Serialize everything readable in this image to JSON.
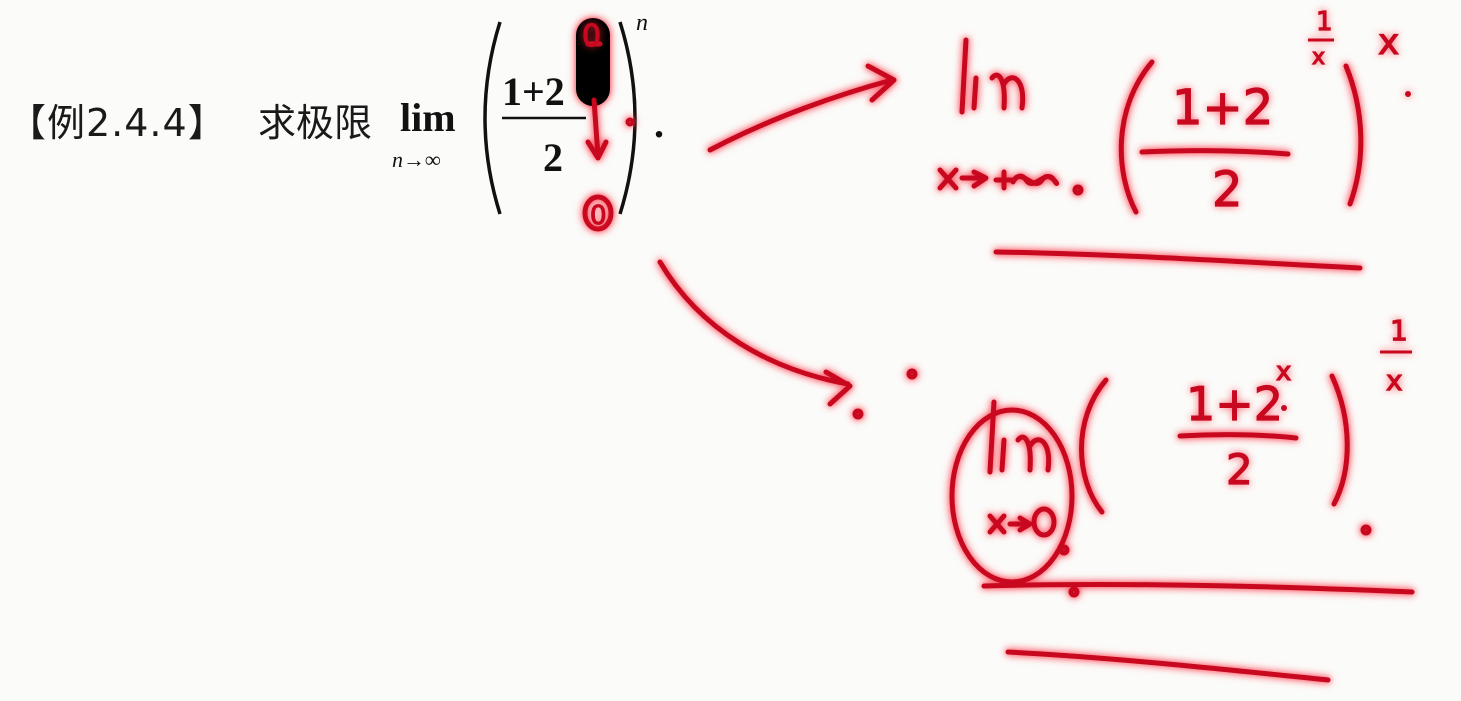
{
  "problem": {
    "label": "【例2.4.4】",
    "prompt": "求极限",
    "lim": "lim",
    "lim_sub": "n→∞",
    "numerator": "1+2",
    "denominator": "2",
    "exponent": "n",
    "period": "."
  },
  "handwriting": {
    "above_exponent_digit": "0",
    "below_bracket_digit": "0",
    "expr_top": {
      "lim": "lim",
      "sub": "x→+∞",
      "numerator": "1+2",
      "inner_exp_num": "1",
      "inner_exp_den": "x",
      "denominator": "2",
      "outer_exp": "x"
    },
    "expr_bottom": {
      "lim": "lim",
      "sub": "x→0",
      "numerator": "1+2",
      "inner_exp": "x",
      "denominator": "2",
      "outer_exp_num": "1",
      "outer_exp_den": "x"
    }
  },
  "colors": {
    "ink": "#c8081e",
    "text": "#1a1a1a",
    "background": "#fbfbf9"
  }
}
